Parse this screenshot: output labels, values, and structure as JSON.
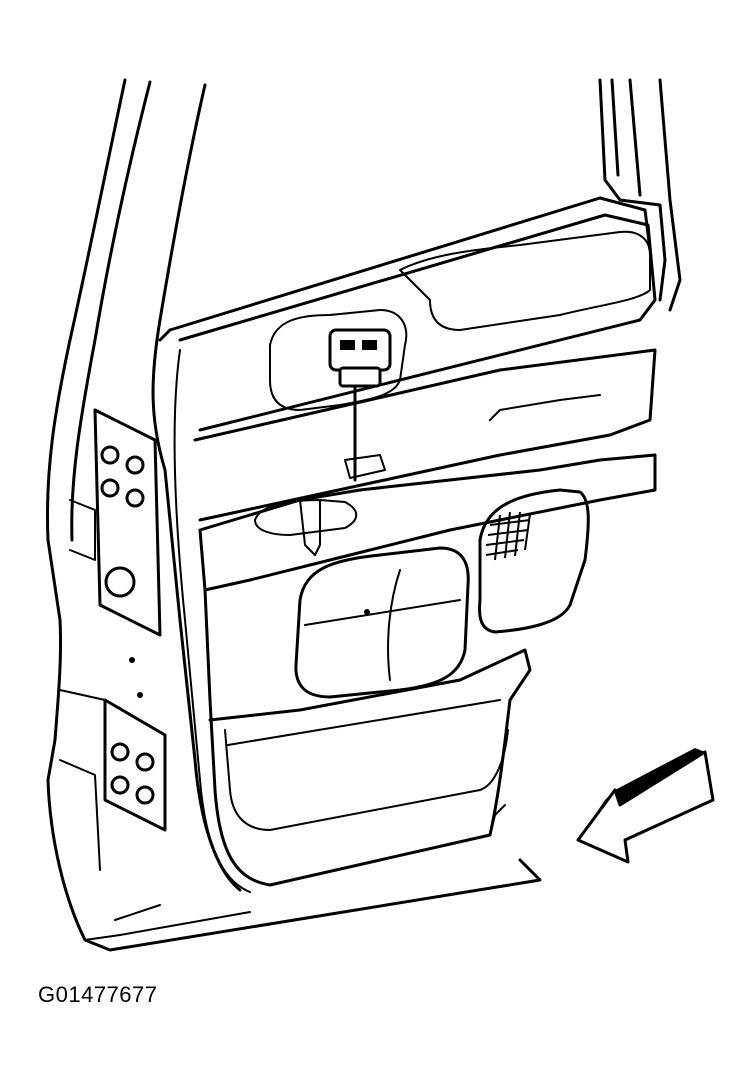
{
  "figure": {
    "id_label": "G01477677"
  },
  "colors": {
    "line": "#000000",
    "background": "#ffffff"
  },
  "components": {
    "door_frame": "door-frame",
    "window_switch": "window-switch",
    "arm_rest": "arm-rest",
    "pull_handle_pocket": "pull-handle-pocket",
    "speaker_grille": "speaker-grille",
    "map_pocket": "map-pocket",
    "hinge_upper": "hinge-upper",
    "hinge_lower": "hinge-lower",
    "view_arrow": "view-direction-arrow"
  }
}
